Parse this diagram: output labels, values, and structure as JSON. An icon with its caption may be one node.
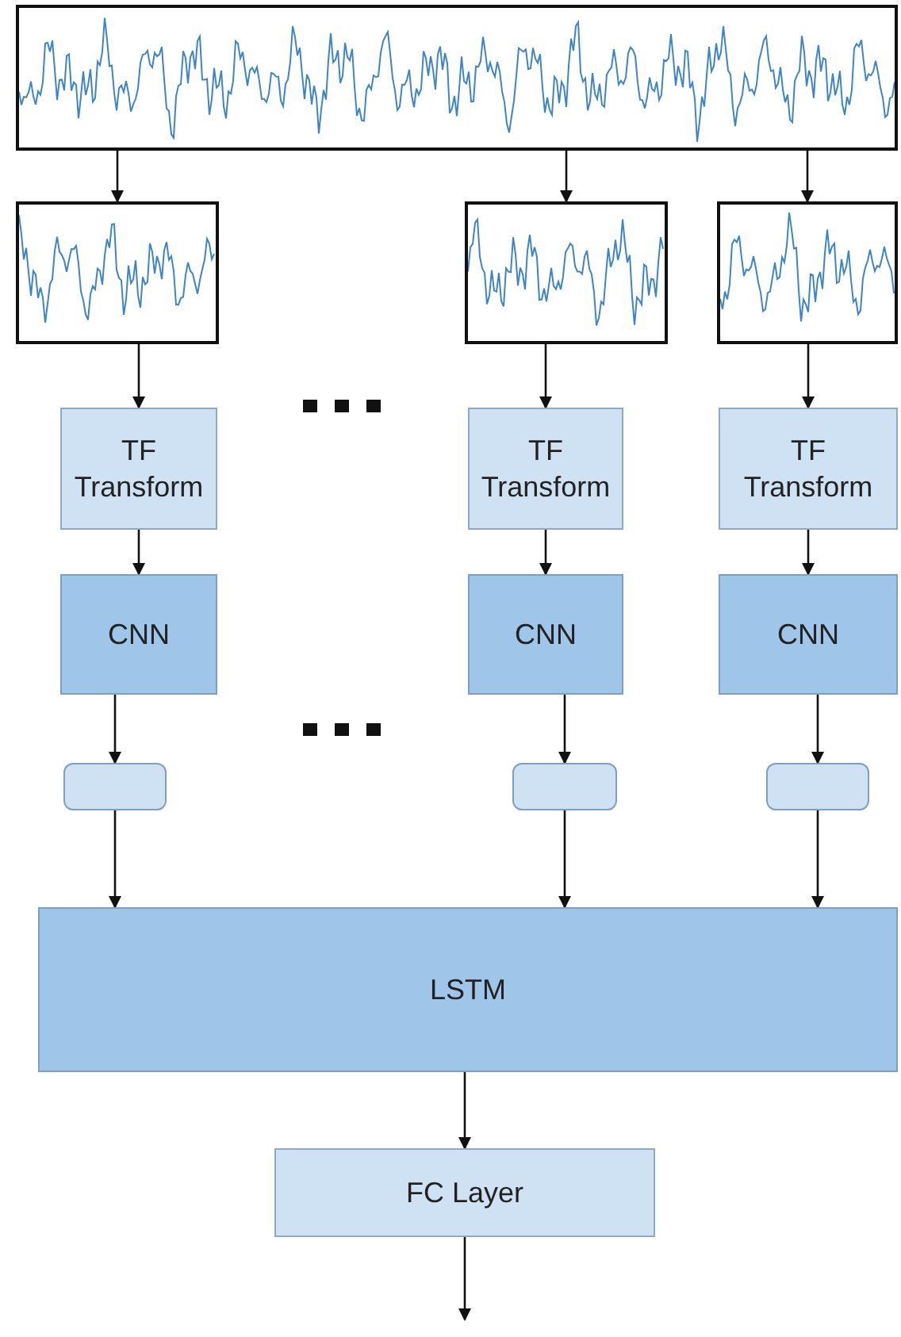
{
  "diagram": {
    "nodes": [
      {
        "text": [],
        "shape": "picture"
      },
      {
        "text": [],
        "shape": "picture"
      },
      {
        "text": [],
        "shape": "picture"
      },
      {
        "text": [],
        "shape": "picture"
      },
      {
        "text": [
          "TF Transform"
        ]
      },
      {
        "text": [
          "TF Transform"
        ]
      },
      {
        "text": [
          "TF Transform"
        ]
      },
      {
        "text": [
          "CNN"
        ]
      },
      {
        "text": [
          "CNN"
        ]
      },
      {
        "text": [
          "CNN"
        ]
      },
      {
        "text": [],
        "shape": "box"
      },
      {
        "text": [],
        "shape": "box"
      },
      {
        "text": [],
        "shape": "box"
      },
      {
        "text": [
          "LSTM"
        ]
      },
      {
        "text": [
          "FC Layer"
        ]
      }
    ],
    "edges": [
      {
        "from": 0,
        "to": 1,
        "arrow": "to"
      },
      {
        "from": 0,
        "to": 2,
        "arrow": "to"
      },
      {
        "from": 0,
        "to": 3,
        "arrow": "to"
      },
      {
        "from": 1,
        "to": 4,
        "arrow": "to"
      },
      {
        "from": 2,
        "to": 5,
        "arrow": "to"
      },
      {
        "from": 3,
        "to": 6,
        "arrow": "to"
      },
      {
        "from": 4,
        "to": 7,
        "arrow": "to"
      },
      {
        "from": 5,
        "to": 8,
        "arrow": "to"
      },
      {
        "from": 6,
        "to": 9,
        "arrow": "to"
      },
      {
        "from": 7,
        "to": 10,
        "arrow": "to"
      },
      {
        "from": 8,
        "to": 11,
        "arrow": "to"
      },
      {
        "from": 9,
        "to": 12,
        "arrow": "to"
      },
      {
        "from": 10,
        "to": 13,
        "arrow": "to"
      },
      {
        "from": 11,
        "to": 13,
        "arrow": "to"
      },
      {
        "from": 12,
        "to": 13,
        "arrow": "to"
      },
      {
        "from": 13,
        "to": 14,
        "arrow": "to"
      },
      {
        "from": 14,
        "to": null,
        "arrow": "to"
      }
    ]
  }
}
